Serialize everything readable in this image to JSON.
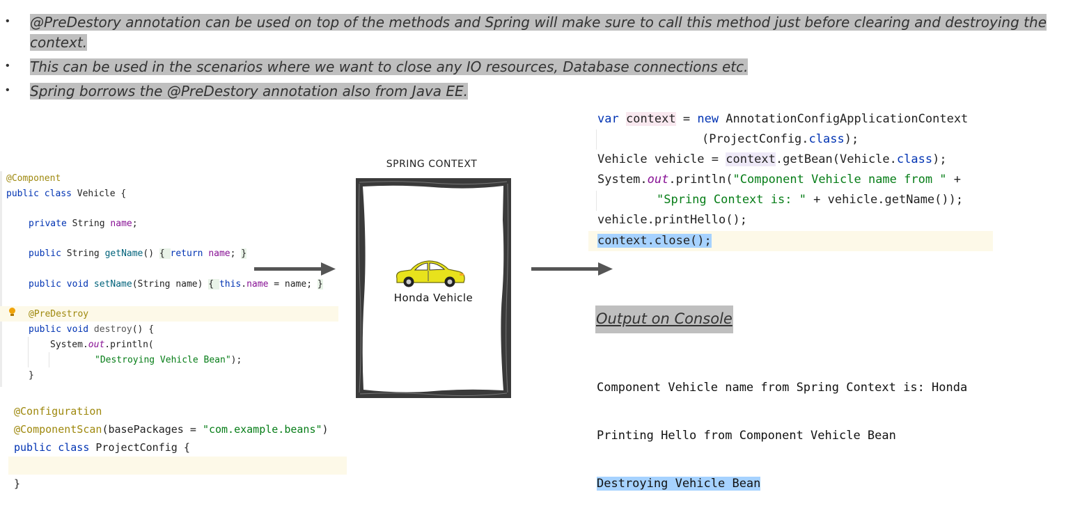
{
  "bullets": [
    "@PreDestory annotation can be used on top of the methods and Spring will make sure to call this method just before clearing and destroying the context.",
    "This can be used in the scenarios where we want to close any IO resources, Database connections etc.",
    "Spring borrows the @PreDestory annotation also from Java EE."
  ],
  "vehicle_code": {
    "l1": "@Component",
    "l2_kw": "public class",
    "l2_rest": " Vehicle {",
    "l3_kw": "private",
    "l3_type": " String ",
    "l3_fld": "name",
    "l3_end": ";",
    "l4_kw": "public",
    "l4_type": " String ",
    "l4_fn": "getName",
    "l4_paren": "() ",
    "l4_open": "{ ",
    "l4_ret": "return ",
    "l4_fld": "name",
    "l4_semi": "; ",
    "l4_close": "}",
    "l5_kw": "public void",
    "l5_fn": " setName",
    "l5_args": "(String name) ",
    "l5_open": "{ ",
    "l5_this": "this",
    "l5_dot": ".",
    "l5_fld": "name",
    "l5_assign": " = name; ",
    "l5_close": "}",
    "l6": "@PreDestroy",
    "l7_kw": "public void",
    "l7_fn": " destroy",
    "l7_rest": "() {",
    "l8_a": "System.",
    "l8_out": "out",
    "l8_b": ".println(",
    "l9_str": "\"Destroying Vehicle Bean\"",
    "l9_end": ");",
    "l10": "}"
  },
  "config_code": {
    "l1": "@Configuration",
    "l2_ann": "@ComponentScan",
    "l2_a": "(basePackages = ",
    "l2_str": "\"com.example.beans\"",
    "l2_b": ")",
    "l3_kw": "public class",
    "l3_rest": " ProjectConfig {",
    "l4": "}"
  },
  "spring_context": {
    "title": "SPRING CONTEXT",
    "car_label": "Honda Vehicle"
  },
  "main_code": {
    "l1_kw": "var",
    "l1_sp": " ",
    "l1_var": "context",
    "l1_eq": " = ",
    "l1_new": "new",
    "l1_rest": " AnnotationConfigApplicationContext",
    "l2_a": "(ProjectConfig.",
    "l2_kw": "class",
    "l2_b": ");",
    "l3_a": "Vehicle vehicle = ",
    "l3_var": "context",
    "l3_b": ".getBean(Vehicle.",
    "l3_kw": "class",
    "l3_c": ");",
    "l4_a": "System.",
    "l4_out": "out",
    "l4_b": ".println(",
    "l4_str": "\"Component Vehicle name from \"",
    "l4_c": " +",
    "l5_str": "\"Spring Context is: \"",
    "l5_b": " + vehicle.getName());",
    "l6": "vehicle.printHello();",
    "l7": "context.close();"
  },
  "console": {
    "title": "Output on Console",
    "lines": [
      "Component Vehicle name from Spring Context is: Honda",
      "Printing Hello from Component Vehicle Bean",
      "Destroying Vehicle Bean"
    ]
  },
  "colors": {
    "keyword": "#0033b3",
    "annotation": "#9e880d",
    "string": "#067d17",
    "field": "#871094",
    "selection": "#a6d2ff",
    "bullet_highlight": "#bfbfbf",
    "car_body": "#e8e21c"
  },
  "icons": [
    "bulb-icon",
    "car-icon",
    "arrow-right-icon"
  ]
}
